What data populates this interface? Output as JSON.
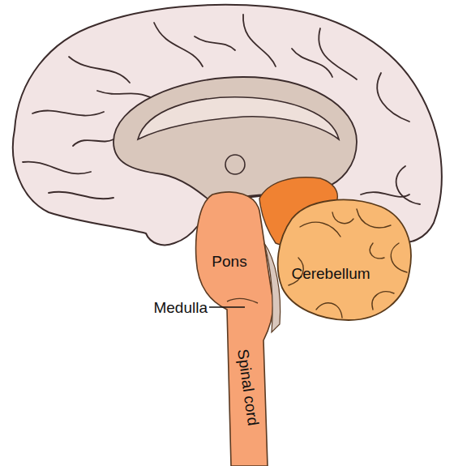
{
  "diagram": {
    "labels": [
      "Pons",
      "Cerebellum",
      "Medulla",
      "Spinal cord"
    ]
  }
}
